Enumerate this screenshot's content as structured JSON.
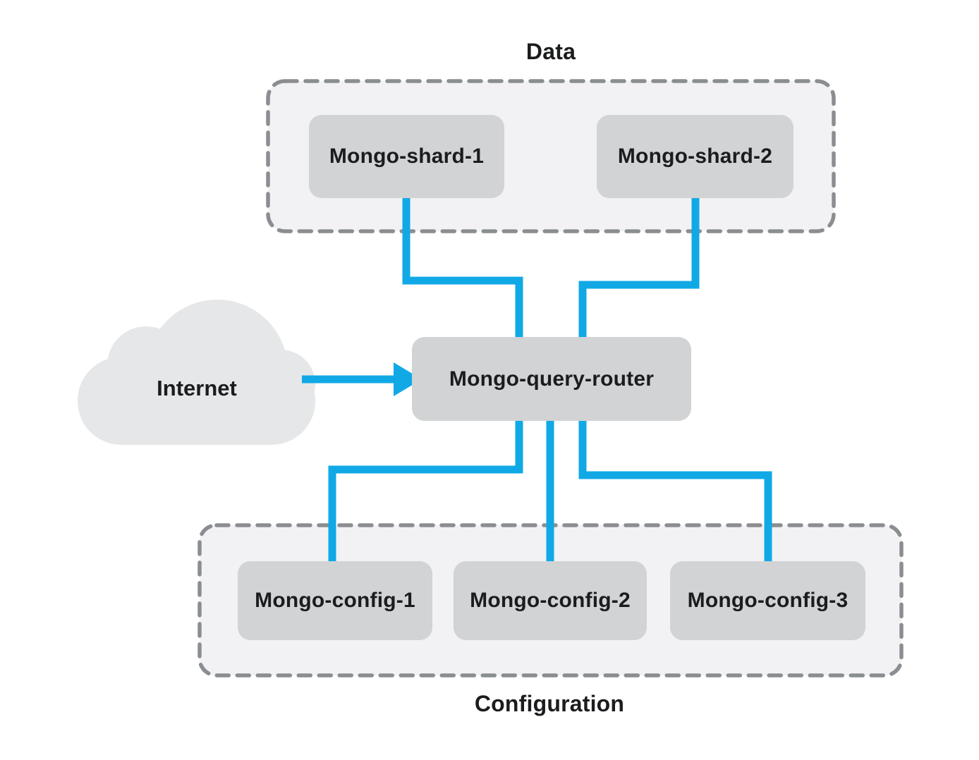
{
  "labels": {
    "data_group": "Data",
    "config_group": "Configuration",
    "cloud": "Internet"
  },
  "nodes": [
    {
      "id": "mongo-shard-1",
      "label": "Mongo-shard-1"
    },
    {
      "id": "mongo-shard-2",
      "label": "Mongo-shard-2"
    },
    {
      "id": "mongo-query-router",
      "label": "Mongo-query-router"
    },
    {
      "id": "mongo-config-1",
      "label": "Mongo-config-1"
    },
    {
      "id": "mongo-config-2",
      "label": "Mongo-config-2"
    },
    {
      "id": "mongo-config-3",
      "label": "Mongo-config-3"
    }
  ],
  "groups": [
    {
      "name": "Data",
      "members": [
        "mongo-shard-1",
        "mongo-shard-2"
      ]
    },
    {
      "name": "Configuration",
      "members": [
        "mongo-config-1",
        "mongo-config-2",
        "mongo-config-3"
      ]
    }
  ],
  "edges": [
    {
      "from": "internet",
      "to": "mongo-query-router",
      "style": "arrow"
    },
    {
      "from": "mongo-shard-1",
      "to": "mongo-query-router",
      "style": "line"
    },
    {
      "from": "mongo-shard-2",
      "to": "mongo-query-router",
      "style": "line"
    },
    {
      "from": "mongo-query-router",
      "to": "mongo-config-1",
      "style": "line"
    },
    {
      "from": "mongo-query-router",
      "to": "mongo-config-2",
      "style": "line"
    },
    {
      "from": "mongo-query-router",
      "to": "mongo-config-3",
      "style": "line"
    }
  ],
  "colors": {
    "connector": "#10a9e6",
    "node-fill": "#d1d3d4",
    "group-fill": "#f2f2f4",
    "group-stroke": "#8b8e91",
    "cloud-fill": "#e6e7e8",
    "text": "#1b1c1e"
  }
}
